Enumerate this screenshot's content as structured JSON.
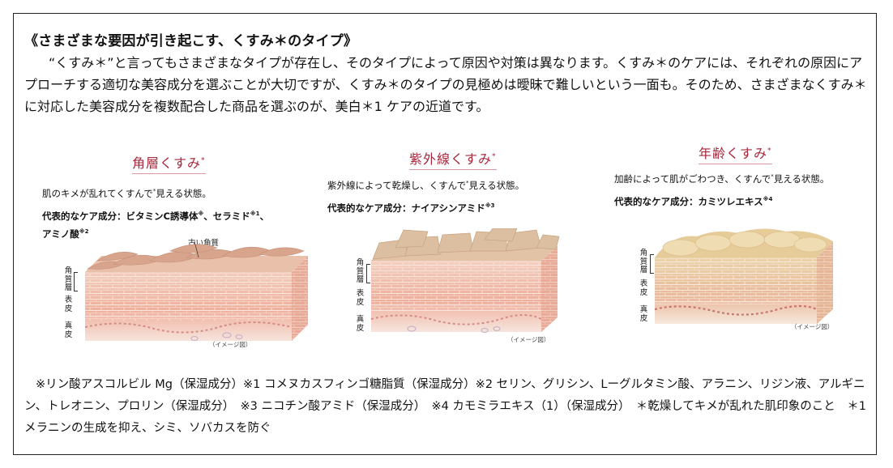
{
  "heading": "《さまざまな要因が引き起こす、くすみ＊のタイプ》",
  "intro": "“くすみ＊”と言ってもさまざまなタイプが存在し、そのタイプによって原因や対策は異なります。くすみ＊のケアには、それぞれの原因にアプローチする適切な美容成分を選ぶことが大切ですが、くすみ＊のタイプの見極めは曖昧で難しいという一面も。そのため、さまざまなくすみ＊に対応した美容成分を複数配合した商品を選ぶのが、美白＊1 ケアの近道です。",
  "panels": [
    {
      "title": "角層くすみ",
      "title_mark": "*",
      "desc_pre": "肌のキメが乱れてくすんで",
      "desc_mark": "*",
      "desc_post": "見える状態。",
      "ing_label": "代表的なケア成分：",
      "ing_line1": "ビタミンC誘導体",
      "ing_note1": "※",
      "ing_sep1": "、セラミド",
      "ing_note2": "※1",
      "ing_sep2": "、",
      "ing_line2": "アミノ酸",
      "ing_note3": "※2",
      "callout": "古い角質",
      "layers": [
        "角質層",
        "表皮",
        "真皮"
      ],
      "caption": "（イメージ図）"
    },
    {
      "title": "紫外線くすみ",
      "title_mark": "*",
      "desc_pre": "紫外線によって乾燥し、くすんで",
      "desc_mark": "*",
      "desc_post": "見える状態。",
      "ing_label": "代表的なケア成分：",
      "ing_line1": "ナイアシンアミド",
      "ing_note1": "※3",
      "layers": [
        "角質層",
        "表皮",
        "真皮"
      ],
      "caption": "（イメージ図）"
    },
    {
      "title": "年齢くすみ",
      "title_mark": "*",
      "desc_pre": "加齢によって肌がごわつき、くすんで",
      "desc_mark": "*",
      "desc_post": "見える状態。",
      "ing_label": "代表的なケア成分：",
      "ing_line1": "カミツレエキス",
      "ing_note1": "※4",
      "layers": [
        "角質層",
        "表皮",
        "真皮"
      ],
      "caption": "（イメージ図）"
    }
  ],
  "footnote": "※リン酸アスコルビル Mg（保湿成分）※1 コメヌカスフィンゴ糖脂質（保湿成分）※2 セリン、グリシン、Lーグルタミン酸、アラニン、リジン液、アルギニン、トレオニン、プロリン（保湿成分）　※3 ニコチン酸アミド（保湿成分）　※4 カモミラエキス（1）（保湿成分）　＊乾燥してキメが乱れた肌印象のこと　＊1 メラニンの生成を抑え、シミ、ソバカスを防ぐ",
  "colors": {
    "title": "#a8283c",
    "skin_top": "#e7b9a6",
    "skin_mid": "#efb1a0",
    "skin_low": "#f6e3da",
    "age_top": "#e6cc98"
  }
}
